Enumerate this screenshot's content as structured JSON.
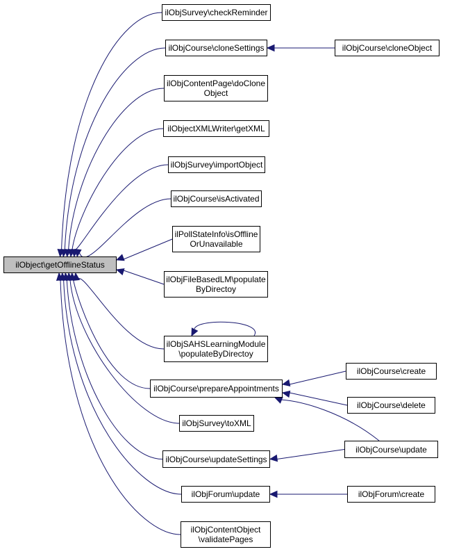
{
  "diagram": {
    "type": "call-graph",
    "direction": "right-to-left",
    "colors": {
      "edge": "#191970",
      "root_fill": "#bfbfbf",
      "node_fill": "#ffffff",
      "border": "#000000"
    },
    "nodes": [
      {
        "id": "root",
        "lines": [
          "ilObject\\getOfflineStatus"
        ],
        "root": true
      },
      {
        "id": "n1",
        "lines": [
          "ilObjSurvey\\checkReminder"
        ]
      },
      {
        "id": "n2",
        "lines": [
          "ilObjCourse\\cloneSettings"
        ]
      },
      {
        "id": "n3",
        "lines": [
          "ilObjCourse\\cloneObject"
        ]
      },
      {
        "id": "n4",
        "lines": [
          "ilObjContentPage\\doClone",
          "Object"
        ]
      },
      {
        "id": "n5",
        "lines": [
          "ilObjectXMLWriter\\getXML"
        ]
      },
      {
        "id": "n6",
        "lines": [
          "ilObjSurvey\\importObject"
        ]
      },
      {
        "id": "n7",
        "lines": [
          "ilObjCourse\\isActivated"
        ]
      },
      {
        "id": "n8",
        "lines": [
          "ilPollStateInfo\\isOffline",
          "OrUnavailable"
        ]
      },
      {
        "id": "n9",
        "lines": [
          "ilObjFileBasedLM\\populate",
          "ByDirectoy"
        ]
      },
      {
        "id": "n10",
        "lines": [
          "ilObjSAHSLearningModule",
          "\\populateByDirectoy"
        ]
      },
      {
        "id": "n11",
        "lines": [
          "ilObjCourse\\prepareAppointments"
        ]
      },
      {
        "id": "n12",
        "lines": [
          "ilObjCourse\\create"
        ]
      },
      {
        "id": "n13",
        "lines": [
          "ilObjCourse\\delete"
        ]
      },
      {
        "id": "n14",
        "lines": [
          "ilObjSurvey\\toXML"
        ]
      },
      {
        "id": "n15",
        "lines": [
          "ilObjCourse\\updateSettings"
        ]
      },
      {
        "id": "n16",
        "lines": [
          "ilObjCourse\\update"
        ]
      },
      {
        "id": "n17",
        "lines": [
          "ilObjForum\\update"
        ]
      },
      {
        "id": "n18",
        "lines": [
          "ilObjForum\\create"
        ]
      },
      {
        "id": "n19",
        "lines": [
          "ilObjContentObject",
          "\\validatePages"
        ]
      }
    ],
    "edges": [
      {
        "from": "n1",
        "to": "root"
      },
      {
        "from": "n2",
        "to": "root"
      },
      {
        "from": "n3",
        "to": "n2"
      },
      {
        "from": "n4",
        "to": "root"
      },
      {
        "from": "n5",
        "to": "root"
      },
      {
        "from": "n6",
        "to": "root"
      },
      {
        "from": "n7",
        "to": "root"
      },
      {
        "from": "n8",
        "to": "root"
      },
      {
        "from": "n9",
        "to": "root"
      },
      {
        "from": "n10",
        "to": "root"
      },
      {
        "from": "n10",
        "to": "n10"
      },
      {
        "from": "n11",
        "to": "root"
      },
      {
        "from": "n12",
        "to": "n11"
      },
      {
        "from": "n13",
        "to": "n11"
      },
      {
        "from": "n16",
        "to": "n11"
      },
      {
        "from": "n14",
        "to": "root"
      },
      {
        "from": "n15",
        "to": "root"
      },
      {
        "from": "n16",
        "to": "n15"
      },
      {
        "from": "n17",
        "to": "root"
      },
      {
        "from": "n18",
        "to": "n17"
      },
      {
        "from": "n19",
        "to": "root"
      }
    ]
  }
}
